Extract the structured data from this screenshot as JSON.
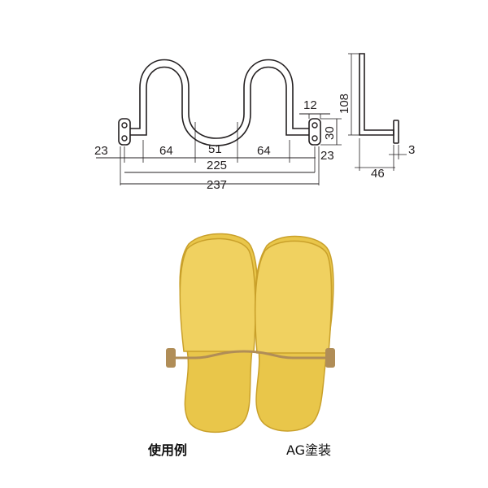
{
  "front_view": {
    "dim_left_offset": "23",
    "dim_span_left": "64",
    "dim_span_center": "51",
    "dim_span_right": "64",
    "dim_right_offset": "23",
    "dim_inner_width": "225",
    "dim_overall_width": "237",
    "dim_bracket_width": "12",
    "dim_bracket_height": "30"
  },
  "side_view": {
    "dim_height": "108",
    "dim_depth": "46",
    "dim_plate": "3"
  },
  "captions": {
    "usage_example": "使用例",
    "finish": "AG塗装"
  },
  "colors": {
    "line": "#231f20",
    "slipper": "#e9c64a",
    "slipper_dark": "#c9a02a",
    "brass": "#b08d57"
  }
}
